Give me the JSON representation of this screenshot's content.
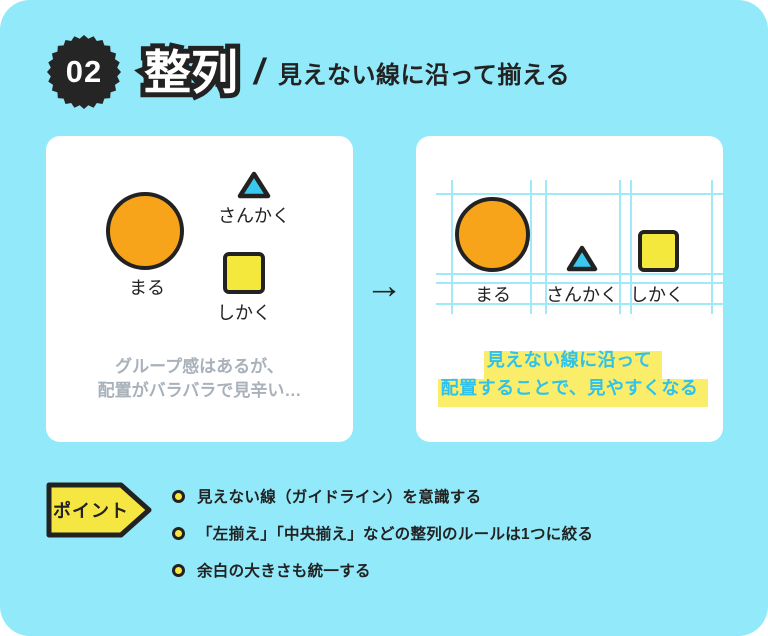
{
  "header": {
    "badge_number": "02",
    "title": "整列",
    "separator": "/",
    "subtitle": "見えない線に沿って揃える"
  },
  "before_panel": {
    "shapes": [
      {
        "type": "circle",
        "label": "まる"
      },
      {
        "type": "triangle",
        "label": "さんかく"
      },
      {
        "type": "square",
        "label": "しかく"
      }
    ],
    "caption_line1": "グループ感はあるが、",
    "caption_line2": "配置がバラバラで見辛い…"
  },
  "arrow": "→",
  "after_panel": {
    "labels": [
      "まる",
      "さんかく",
      "しかく"
    ],
    "caption_line1": "見えない線に沿って",
    "caption_line2": "配置することで、見やすくなる"
  },
  "points": {
    "badge_label": "ポイント",
    "items": [
      "見えない線（ガイドライン）を意識する",
      "「左揃え」「中央揃え」などの整列のルールは1つに絞る",
      "余白の大きさも統一する"
    ]
  },
  "colors": {
    "card_background": "#92E9F9",
    "panel_background": "#FFFFFF",
    "ink": "#222222",
    "circle_orange": "#F8A41B",
    "triangle_cyan": "#3BC8EF",
    "square_yellow": "#F5E83C",
    "badge_yellow": "#F5E642",
    "highlight_yellow": "#F9ED6A",
    "guideline_cyan": "#9FE9F8",
    "muted_gray": "#A9B1BB",
    "caption_cyan": "#2FC2EC"
  }
}
